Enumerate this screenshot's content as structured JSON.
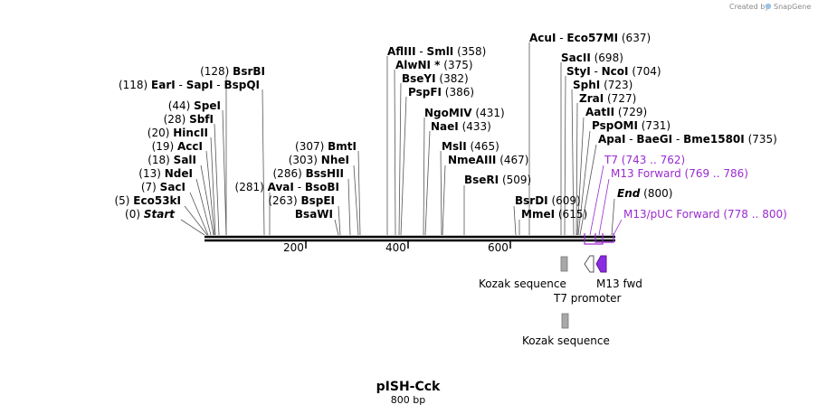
{
  "credit": {
    "text": "Created by",
    "brand": "SnapGene"
  },
  "title": "pISH-Cck",
  "subtitle": "800 bp",
  "ruler": {
    "ticks": [
      "200",
      "400",
      "600"
    ]
  },
  "left_labels": [
    {
      "num": "(128)",
      "names": [
        "BsrBI"
      ]
    },
    {
      "num": "(118)",
      "names": [
        "EarI",
        "SapI",
        "BspQI"
      ]
    },
    {
      "num": "(44)",
      "names": [
        "SpeI"
      ]
    },
    {
      "num": "(28)",
      "names": [
        "SbfI"
      ]
    },
    {
      "num": "(20)",
      "names": [
        "HincII"
      ]
    },
    {
      "num": "(19)",
      "names": [
        "AccI"
      ]
    },
    {
      "num": "(18)",
      "names": [
        "SalI"
      ]
    },
    {
      "num": "(13)",
      "names": [
        "NdeI"
      ]
    },
    {
      "num": "(7)",
      "names": [
        "SacI"
      ]
    },
    {
      "num": "(5)",
      "names": [
        "Eco53kI"
      ]
    },
    {
      "num": "(0)",
      "names": [
        "Start"
      ],
      "italic": true
    }
  ],
  "mid_labels": [
    {
      "num": "(307)",
      "names": [
        "BmtI"
      ]
    },
    {
      "num": "(303)",
      "names": [
        "NheI"
      ]
    },
    {
      "num": "(286)",
      "names": [
        "BssHII"
      ]
    },
    {
      "num": "(281)",
      "names": [
        "AvaI",
        "BsoBI"
      ]
    },
    {
      "num": "(263)",
      "names": [
        "BspEI"
      ]
    },
    {
      "num": "",
      "names": [
        "BsaWI"
      ]
    }
  ],
  "center_labels": [
    {
      "names": [
        "AflIII",
        "SmlI"
      ],
      "num": "(358)"
    },
    {
      "names": [
        "AlwNI *"
      ],
      "num": "(375)"
    },
    {
      "names": [
        "BseYI"
      ],
      "num": "(382)"
    },
    {
      "names": [
        "PspFI"
      ],
      "num": "(386)"
    },
    {
      "names": [
        "NgoMIV"
      ],
      "num": "(431)"
    },
    {
      "names": [
        "NaeI"
      ],
      "num": "(433)"
    },
    {
      "names": [
        "MslI"
      ],
      "num": "(465)"
    },
    {
      "names": [
        "NmeAIII"
      ],
      "num": "(467)"
    },
    {
      "names": [
        "BseRI"
      ],
      "num": "(509)"
    },
    {
      "names": [
        "BsrDI"
      ],
      "num": "(609)"
    },
    {
      "names": [
        "MmeI"
      ],
      "num": "(615)"
    }
  ],
  "right_labels": [
    {
      "names": [
        "AcuI",
        "Eco57MI"
      ],
      "num": "(637)"
    },
    {
      "names": [
        "SacII"
      ],
      "num": "(698)"
    },
    {
      "names": [
        "StyI",
        "NcoI"
      ],
      "num": "(704)"
    },
    {
      "names": [
        "SphI"
      ],
      "num": "(723)"
    },
    {
      "names": [
        "ZraI"
      ],
      "num": "(727)"
    },
    {
      "names": [
        "AatII"
      ],
      "num": "(729)"
    },
    {
      "names": [
        "PspOMI"
      ],
      "num": "(731)"
    },
    {
      "names": [
        "ApaI",
        "BaeGI",
        "Bme1580I"
      ],
      "num": "(735)"
    }
  ],
  "primer_labels": [
    {
      "name": "T7",
      "range": "(743 .. 762)",
      "color": "#9a2bd0"
    },
    {
      "name": "M13 Forward",
      "range": "(769 .. 786)",
      "color": "#9a2bd0"
    },
    {
      "name": "End",
      "range": "(800)",
      "color": "#000000",
      "italic": true
    },
    {
      "name": "M13/pUC Forward",
      "range": "(778 .. 800)",
      "color": "#9a2bd0"
    }
  ],
  "features": {
    "kozak_1": "Kozak sequence",
    "t7_promoter": "T7 promoter",
    "m13_fwd": "M13 fwd",
    "kozak_2": "Kozak sequence"
  },
  "colors": {
    "primer": "#9a2bd0",
    "feature_gray": "#a8a8a8",
    "m13_fill": "#8a2be2"
  }
}
